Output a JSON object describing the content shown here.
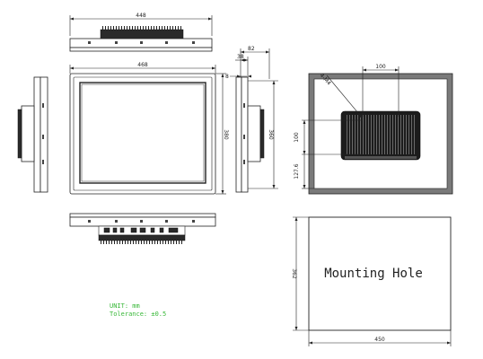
{
  "dimensions": {
    "top_width": "448",
    "front_width": "468",
    "front_height": "380",
    "side_depth_total": "82",
    "side_depth_mid": "38",
    "side_bezel": "8",
    "side_height": "360",
    "rear_vesa_h": "100",
    "rear_vesa_v": "100",
    "rear_screw": "4-M4",
    "rear_offset": "127.6",
    "cutout_height": "362",
    "cutout_width": "450"
  },
  "labels": {
    "mounting_hole": "Mounting Hole",
    "unit": "UNIT: mm",
    "tolerance": "Tolerance: ±0.5"
  },
  "colors": {
    "line": "#222222",
    "note": "#38b838",
    "dark_part": "#2a2a2a"
  }
}
